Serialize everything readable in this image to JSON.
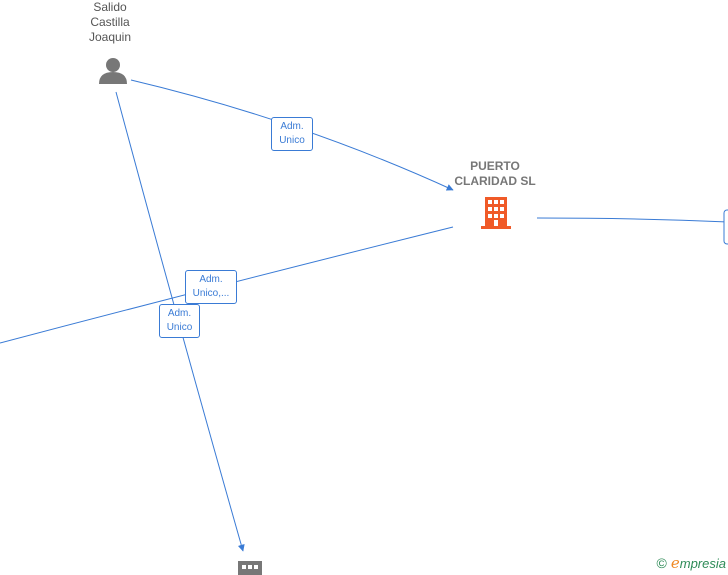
{
  "nodes": {
    "person": {
      "name_line1": "Salido",
      "name_line2": "Castilla",
      "name_line3": "Joaquin"
    },
    "company_main": {
      "name_line1": "PUERTO",
      "name_line2": "CLARIDAD  SL",
      "color": "#f05a28"
    }
  },
  "relations": [
    {
      "line1": "Adm.",
      "line2": "Unico"
    },
    {
      "line1": "Adm.",
      "line2": "Unico,..."
    },
    {
      "line1": "Adm.",
      "line2": "Unico"
    }
  ],
  "colors": {
    "edge": "#3a7bd5",
    "person_icon": "#777777",
    "building_gray": "#777777"
  },
  "brand": {
    "copyright": "©",
    "initial": "e",
    "rest": "mpresia"
  }
}
